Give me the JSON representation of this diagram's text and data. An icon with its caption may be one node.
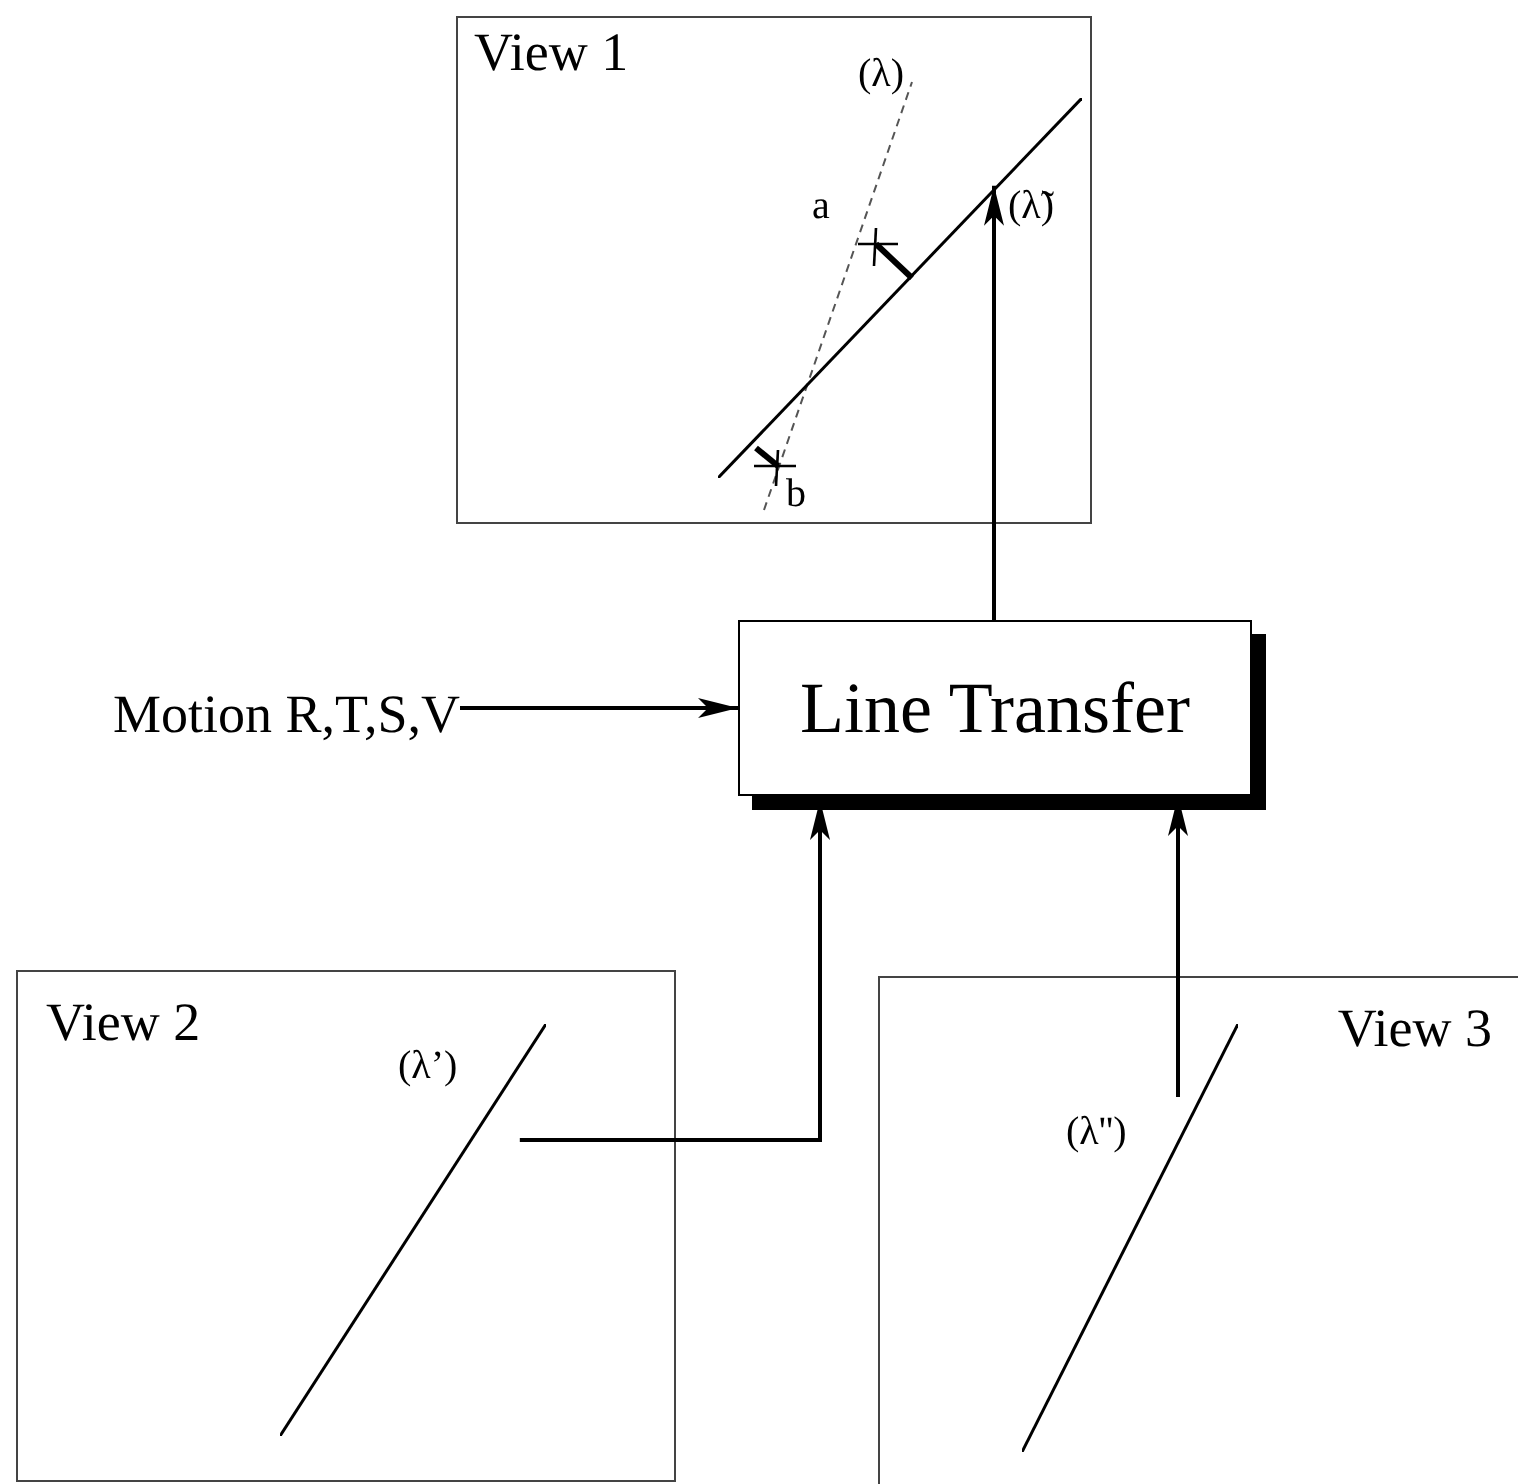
{
  "diagram": {
    "nodes": [
      {
        "text": [
          "View 1"
        ]
      },
      {
        "text": [
          "(λ̃)"
        ],
        "in": 0
      },
      {
        "text": [
          "Motion R,T,S,V"
        ]
      },
      {
        "text": [
          "Line Transfer"
        ]
      },
      {
        "text": [
          "View 2"
        ]
      },
      {
        "text": [
          "(λ’)"
        ],
        "in": 4
      },
      {
        "text": [
          "View 3"
        ]
      },
      {
        "text": [
          "(λ'')"
        ],
        "in": 6
      }
    ],
    "edges": [
      {
        "from": 2,
        "to": 3,
        "arrow": "to"
      },
      {
        "from": 3,
        "to": 1,
        "arrow": "to"
      },
      {
        "from": 5,
        "to": 3,
        "arrow": "to"
      },
      {
        "from": 7,
        "to": 3,
        "arrow": "to"
      }
    ],
    "labels": [
      "(λ)",
      "a",
      "b"
    ]
  }
}
